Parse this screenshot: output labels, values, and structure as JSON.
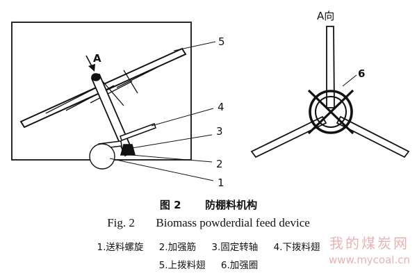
{
  "callouts": {
    "left_view_arrow": "A",
    "top_view_direction": "A向",
    "part_1": "1",
    "part_2": "2",
    "part_3": "3",
    "part_4": "4",
    "part_5": "5",
    "part_6": "6"
  },
  "caption": {
    "figure_number": "图 2",
    "title_cn": "防棚料机构",
    "figure_label_en": "Fig. 2",
    "title_en": "Biomass powderdial feed device"
  },
  "legend": [
    "1.送料螺旋",
    "2.加强筋",
    "3.固定转轴",
    "4.下拨料翅",
    "5.上拨料翅",
    "6.加强圈"
  ],
  "watermark": {
    "text_cn": "我的煤炭网",
    "url": "www.mycoal.cn"
  }
}
